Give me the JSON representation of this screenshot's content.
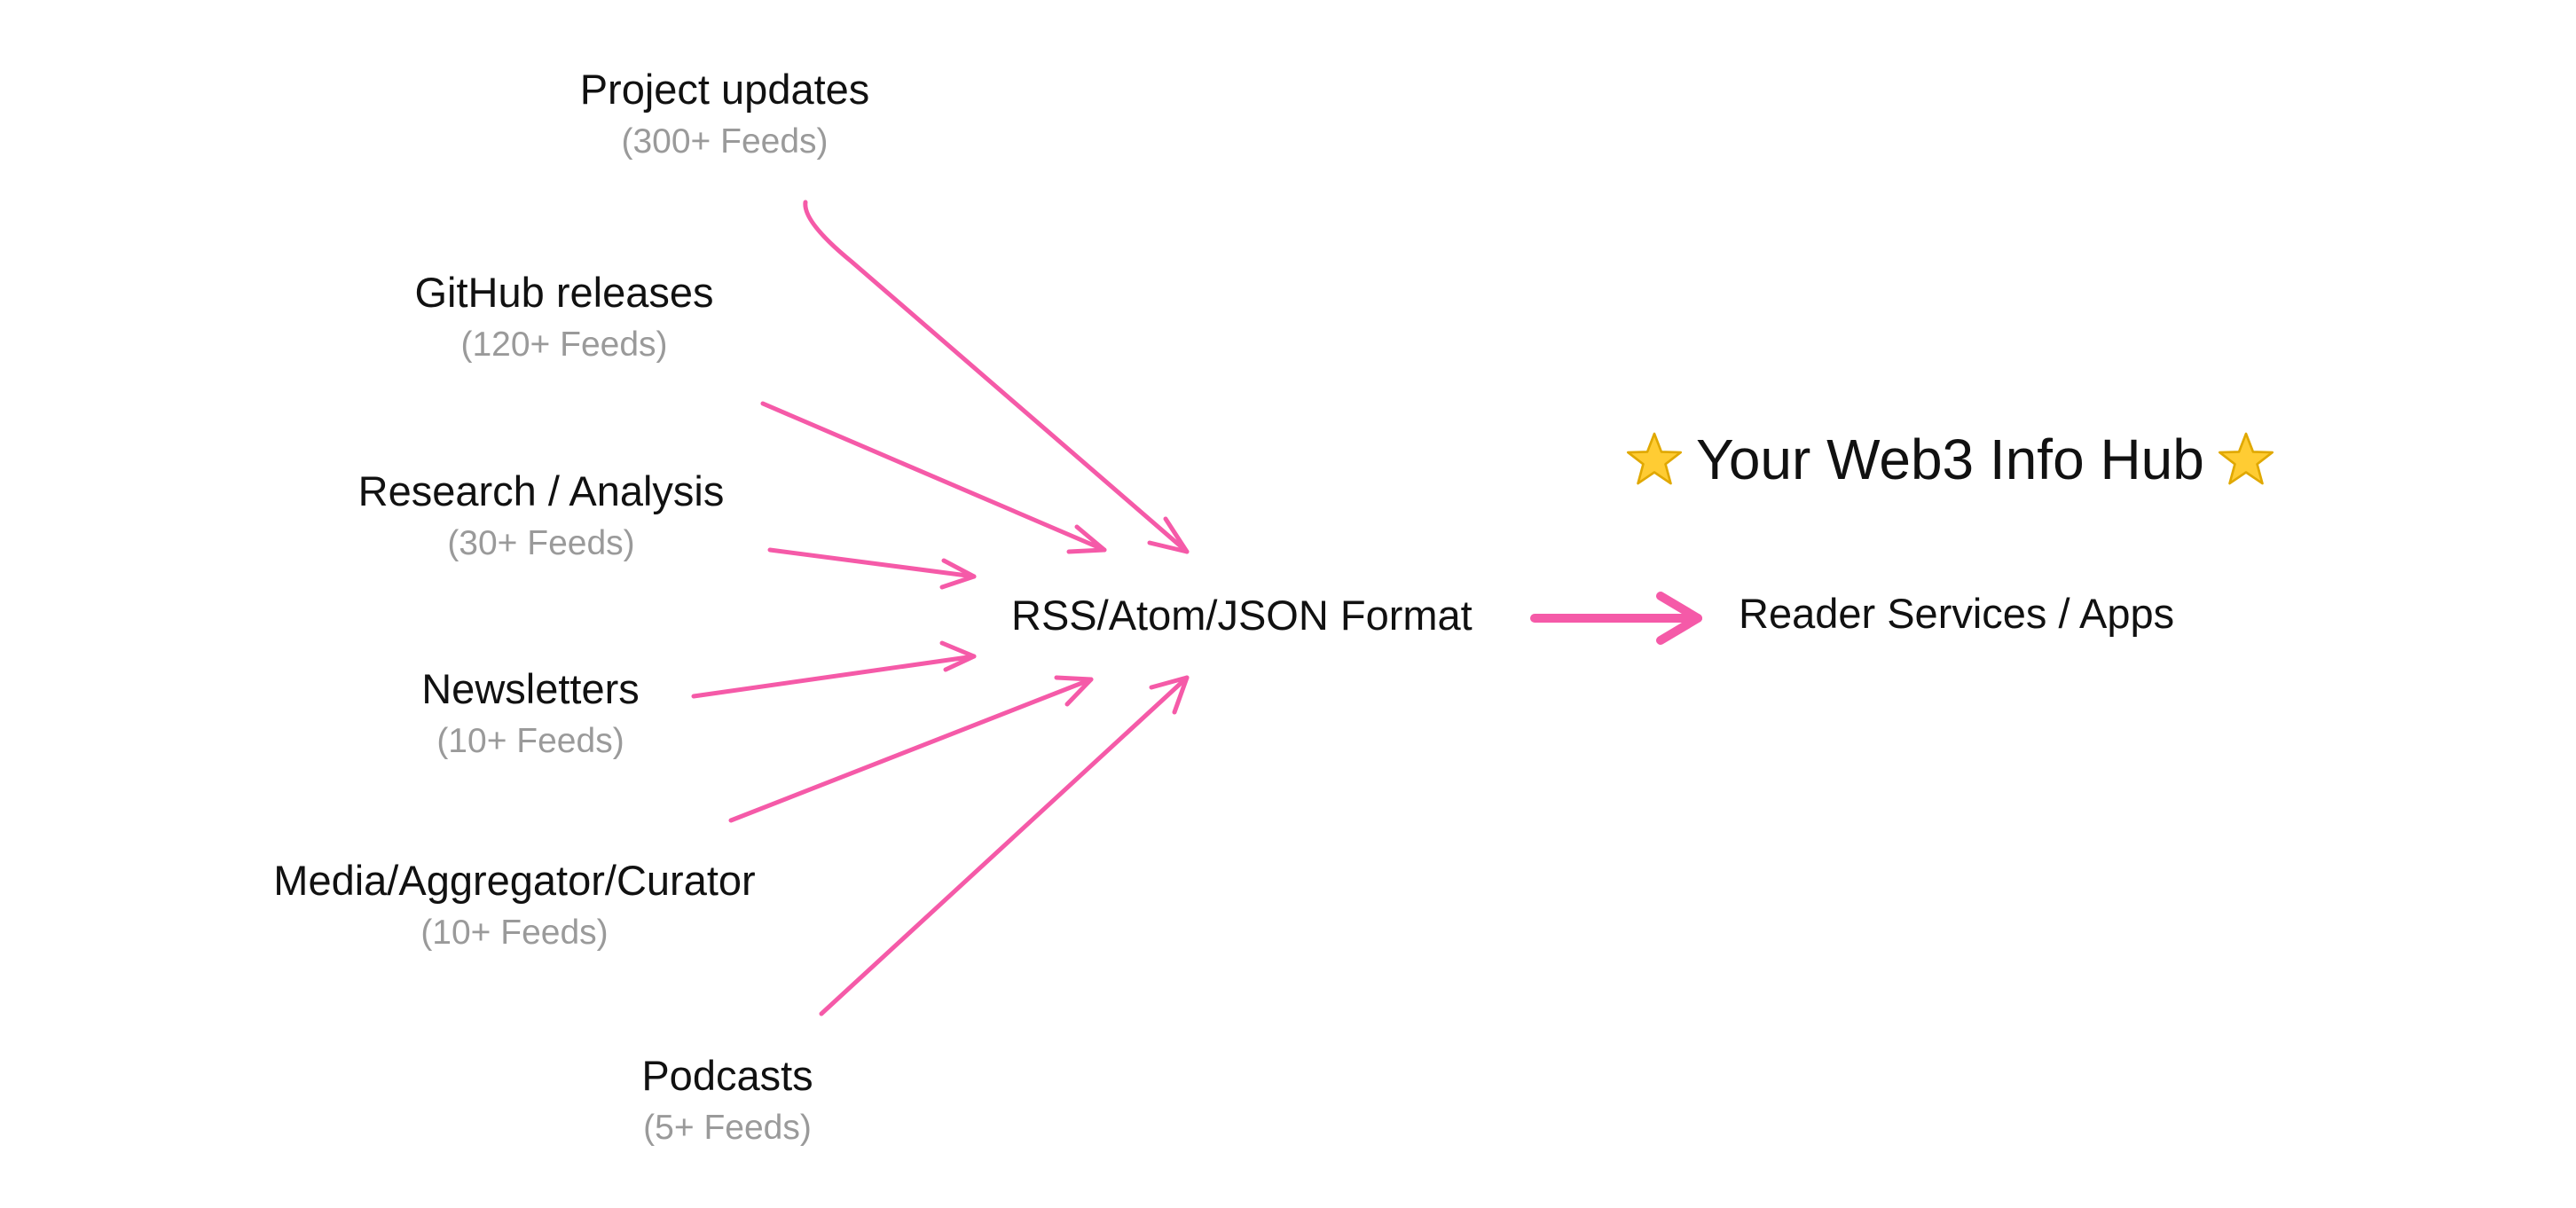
{
  "sources": [
    {
      "title": "Project updates",
      "count": "(300+ Feeds)"
    },
    {
      "title": "GitHub releases",
      "count": "(120+ Feeds)"
    },
    {
      "title": "Research / Analysis",
      "count": "(30+ Feeds)"
    },
    {
      "title": "Newsletters",
      "count": "(10+ Feeds)"
    },
    {
      "title": "Media/Aggregator/Curator",
      "count": "(10+ Feeds)"
    },
    {
      "title": "Podcasts",
      "count": "(5+ Feeds)"
    }
  ],
  "center": {
    "label": "RSS/Atom/JSON Format"
  },
  "output": {
    "label": "Reader Services / Apps"
  },
  "hub": {
    "title": "Your Web3 Info Hub",
    "icon": "star-icon"
  },
  "colors": {
    "arrow": "#f55aa8",
    "text": "#111111",
    "subtext": "#9a9a9a",
    "star_fill": "#ffcc33",
    "star_stroke": "#e0a800"
  }
}
